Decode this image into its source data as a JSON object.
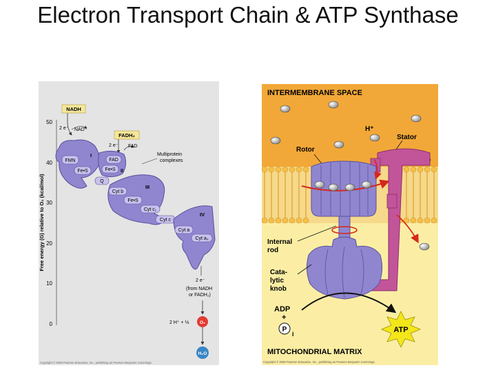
{
  "slide": {
    "title": "Electron Transport Chain & ATP Synthase"
  },
  "colors": {
    "complex": "#8f86cf",
    "complex_dark": "#5a4f9e",
    "label_box": "#f5e79a",
    "intermembrane": "#f2a838",
    "matrix": "#fbeea4",
    "stator": "#c2559a",
    "oxygen": "#e23a31",
    "water": "#3b86c4",
    "red_arrow": "#d6271e"
  },
  "etc": {
    "y_axis_label": "Free energy (G) relative to O₂ (kcal/mol)",
    "y_ticks": [
      "50",
      "40",
      "30",
      "20",
      "10",
      "0"
    ],
    "nadh": "NADH",
    "e1": "2 e⁻",
    "nad_plus": "NAD⁺",
    "fadh2": "FADH₂",
    "e2": "2 e⁻",
    "fad": "FAD",
    "multiprotein": "Multiprotein",
    "complexes": "complexes",
    "complex_i": "I",
    "complex_ii": "II",
    "complex_iii": "III",
    "complex_iv": "IV",
    "fmn": "FMN",
    "fes_1": "Fe•S",
    "fad_inner": "FAD",
    "fes_2": "Fe•S",
    "q": "Q",
    "cyt_b": "Cyt b",
    "fes_3": "Fe•S",
    "cyt_c1": "Cyt c₁",
    "cyt_c": "Cyt c",
    "cyt_a": "Cyt a",
    "cyt_a3": "Cyt a₃",
    "e3": "2 e⁻",
    "from_nadh_1": "(from NADH",
    "from_nadh_2": "or FADH₂)",
    "reaction": "2 H⁺ + ½",
    "o2": "O₂",
    "h2o": "H₂O",
    "copyright": "Copyright © 2008 Pearson Education, Inc., publishing as Pearson Benjamin Cummings."
  },
  "synthase": {
    "intermembrane_space": "INTERMEMBRANE SPACE",
    "h_plus": "H⁺",
    "stator": "Stator",
    "rotor": "Rotor",
    "internal_1": "Internal",
    "internal_2": "rod",
    "cata_1": "Cata-",
    "cata_2": "lytic",
    "cata_3": "knob",
    "adp": "ADP",
    "plus": "+",
    "p": "P",
    "sub_i": "i",
    "atp": "ATP",
    "matrix": "MITOCHONDRIAL MATRIX",
    "copyright": "Copyright © 2008 Pearson Education, Inc., publishing as Pearson Benjamin Cummings."
  }
}
